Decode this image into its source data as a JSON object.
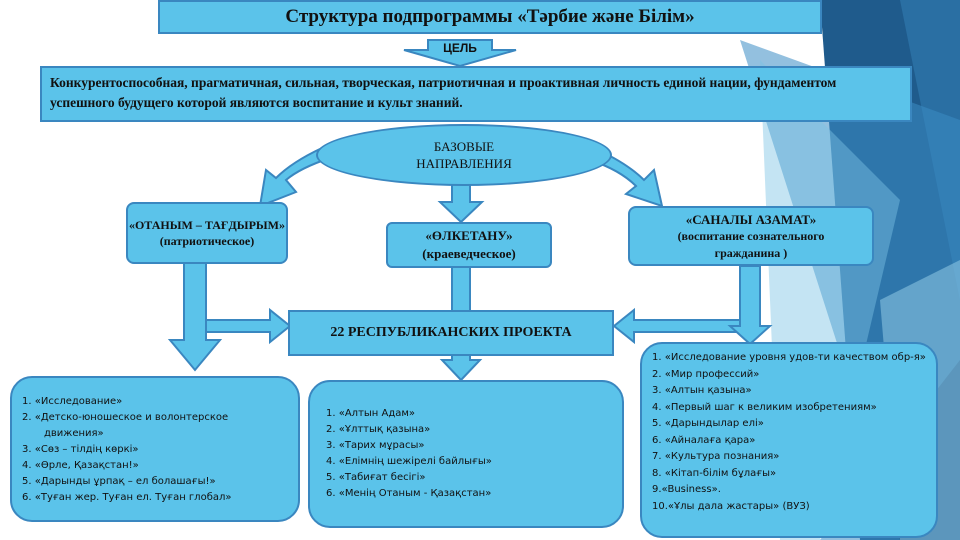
{
  "title": "Структура подпрограммы «Тәрбие және Білім»",
  "goal_label": "ЦЕЛЬ",
  "goal_text": "Конкурентоспособная, прагматичная, сильная, творческая, патриотичная и проактивная личность единой нации, фундаментом успешного будущего которой являются воспитание и культ знаний.",
  "base_directions": "БАЗОВЫЕ НАПРАВЛЕНИЯ",
  "directions": [
    {
      "name": "«ОТАНЫМ – ТАҒДЫРЫМ»",
      "sub": "(патриотическое)"
    },
    {
      "name": "«ӨЛКЕТАНУ»",
      "sub": "(краеведческое)"
    },
    {
      "name": "«САНАЛЫ АЗАМАТ»",
      "sub": "(воспитание сознательного гражданина )"
    }
  ],
  "projects_label": "22 РЕСПУБЛИКАНСКИХ ПРОЕКТА",
  "lists": {
    "left": [
      "1. «Исследование»",
      "2. «Детско-юношеское и волонтерское движения»",
      "3. «Сөз – тілдің көркі»",
      "4. «Өрле, Қазақстан!»",
      "5. «Дарынды ұрпақ – ел болашағы!»",
      "6. «Туған жер. Туған ел. Туған глобал»"
    ],
    "middle": [
      "1. «Алтын Адам»",
      "2. «Ұлттық қазына»",
      "3. «Тарих мұрасы»",
      "4. «Елімнің шежірелі байлығы»",
      "5. «Табиғат бесігі»",
      "6. «Менің Отаным - Қазақстан»"
    ],
    "right": [
      "1. «Исследование уровня удов-ти качеством обр-я»",
      "2. «Мир профессий»",
      "3. «Алтын қазына»",
      "4. «Первый шаг к великим изобретениям»",
      "5. «Дарындылар елі»",
      "6. «Айналаға қара»",
      "7. «Культура познания»",
      "8. «Кітап-білім бұлағы»",
      "9.«Business».",
      "10.«Ұлы дала жастары» (ВУЗ)"
    ]
  },
  "colors": {
    "box": "#5bc3ea",
    "border": "#3a87c0",
    "deco_dark": "#1f5b8c",
    "deco_light": "#7cc3e4"
  }
}
